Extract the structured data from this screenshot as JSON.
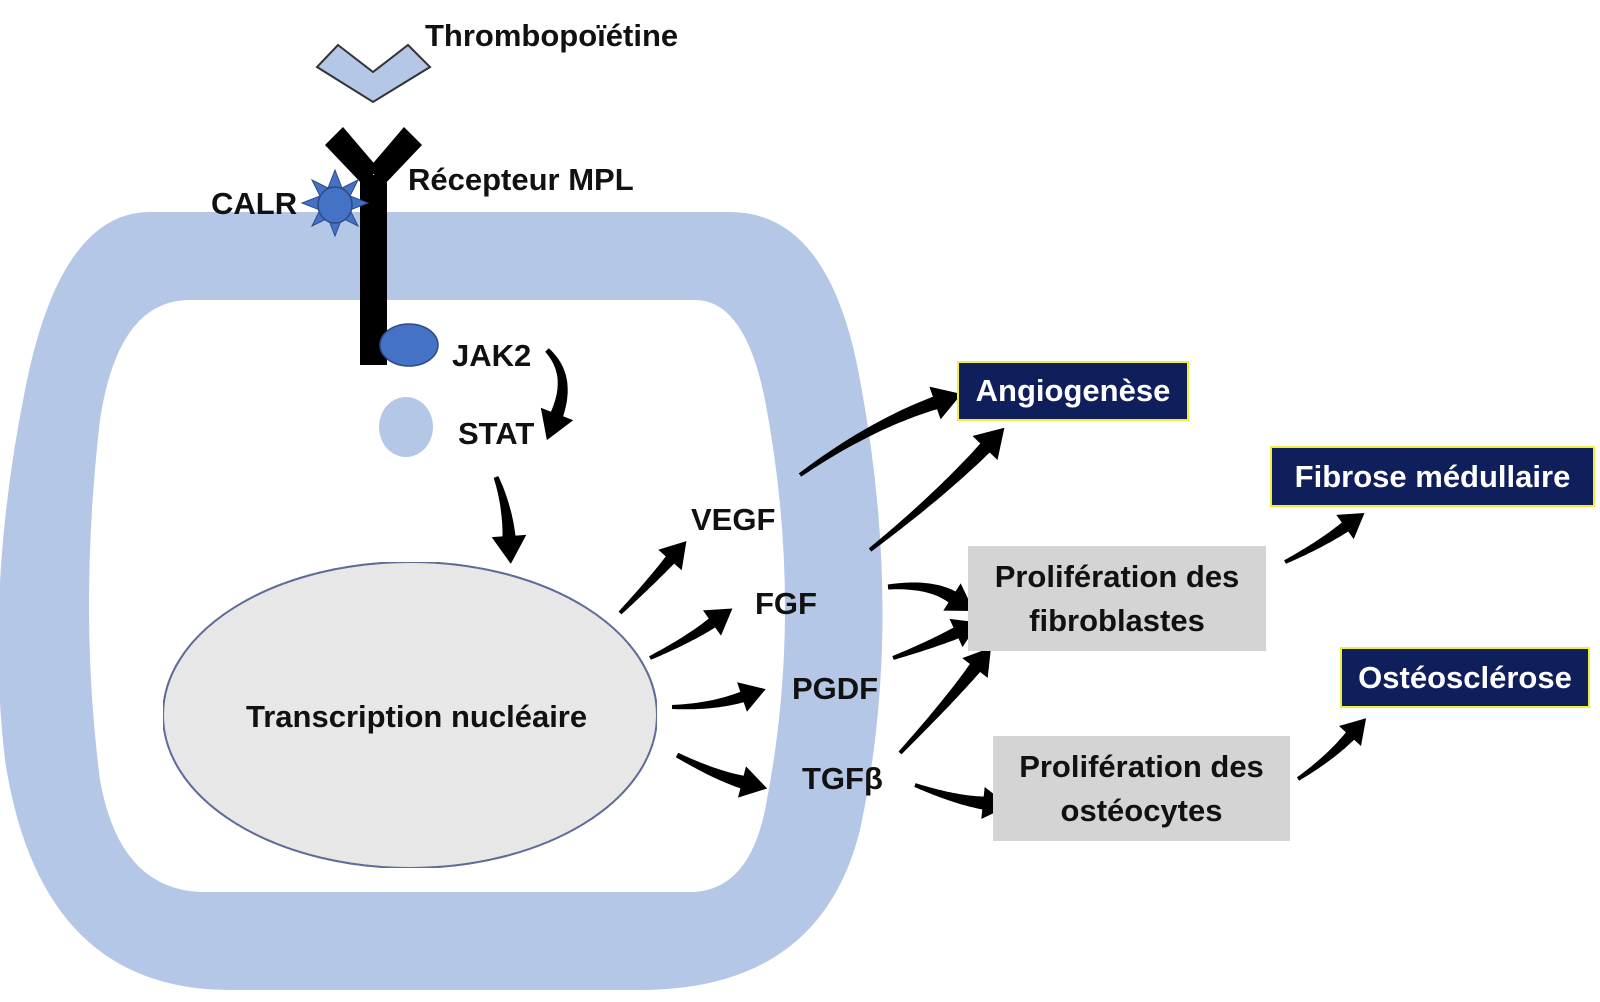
{
  "labels": {
    "tpo": "Thrombopoïétine",
    "receptor": "Récepteur MPL",
    "calr": "CALR",
    "jak2": "JAK2",
    "stat": "STAT",
    "nucleus": "Transcription nucléaire",
    "vegf": "VEGF",
    "fgf": "FGF",
    "pgdf": "PGDF",
    "tgfb": "TGFβ"
  },
  "outcomes": {
    "angiogenesis": "Angiogenèse",
    "fibrosis": "Fibrose médullaire",
    "osteosclerosis": "Ostéosclérose"
  },
  "processes": {
    "fibroblasts_line1": "Prolifération des",
    "fibroblasts_line2": "fibroblastes",
    "osteocytes_line1": "Prolifération des",
    "osteocytes_line2": "ostéocytes"
  },
  "colors": {
    "membrane": "#b4c7e7",
    "jak2": "#4472c4",
    "stat": "#b4c7e7",
    "outcome_box": "#0f1f5c",
    "outcome_border": "#f2ef3a",
    "process_box": "#d4d4d4",
    "receptor": "#000000"
  }
}
